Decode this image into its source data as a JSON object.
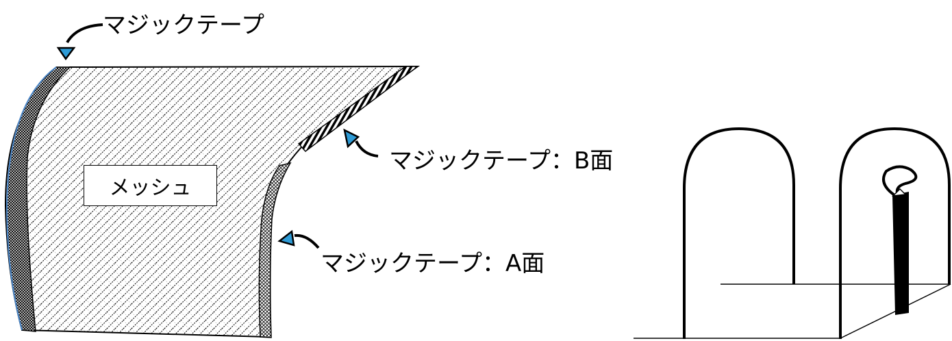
{
  "labels": {
    "tape_top": "マジックテープ",
    "tape_b": "マジックテープ：B面",
    "tape_a": "マジックテープ：A面",
    "mesh": "メッシュ"
  },
  "colors": {
    "line": "#000000",
    "arrow_fill": "#2e9bd6",
    "edge_blue": "#4a86c8"
  }
}
